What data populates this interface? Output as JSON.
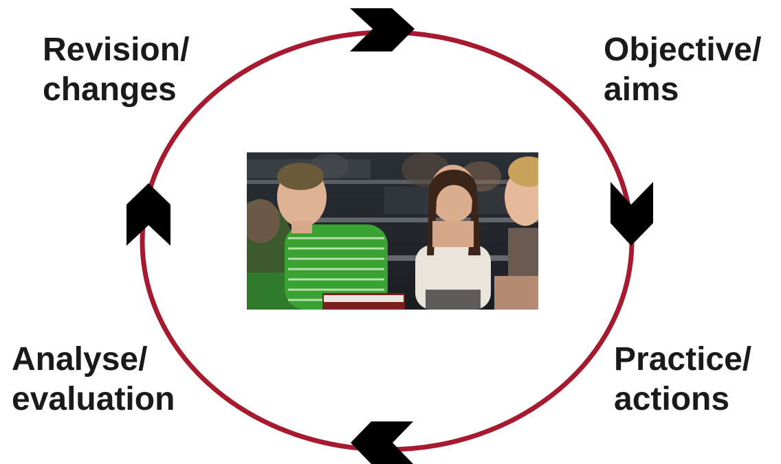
{
  "diagram": {
    "type": "cycle",
    "ring_color": "#a6192e",
    "arrow_color": "#000000",
    "stages": [
      {
        "id": "objective",
        "lines": [
          "Objective/",
          "aims"
        ]
      },
      {
        "id": "practice",
        "lines": [
          "Practice/",
          "actions"
        ]
      },
      {
        "id": "analyse",
        "lines": [
          "Analyse/",
          "evaluation"
        ]
      },
      {
        "id": "revision",
        "lines": [
          "Revision/",
          "changes"
        ]
      }
    ],
    "arrows": [
      {
        "position": "top",
        "direction": "right"
      },
      {
        "position": "right",
        "direction": "down"
      },
      {
        "position": "bottom",
        "direction": "left"
      },
      {
        "position": "left",
        "direction": "up"
      }
    ],
    "center_image": {
      "subject": "students in lecture hall photo"
    }
  }
}
